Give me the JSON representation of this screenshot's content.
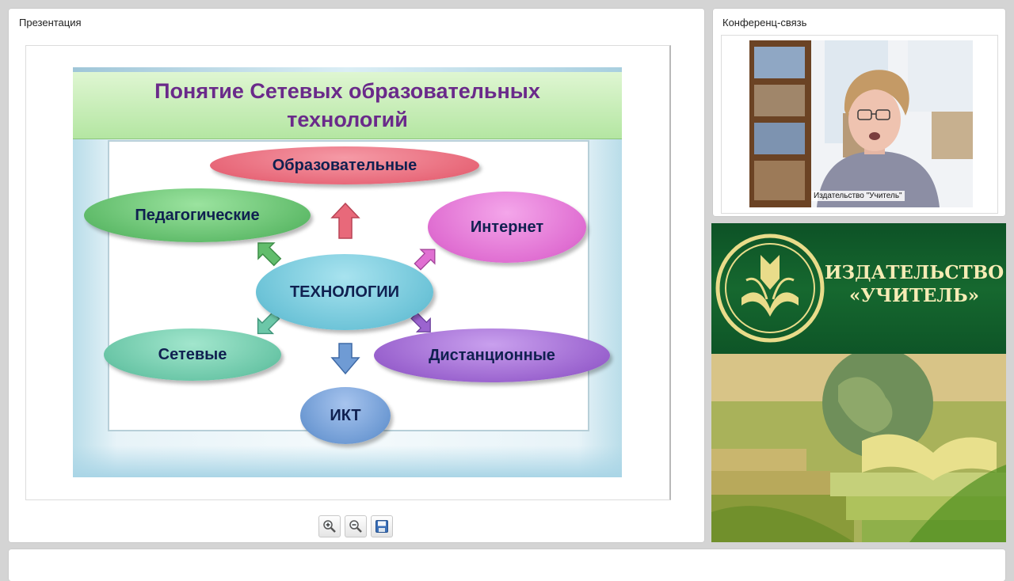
{
  "presentation": {
    "title": "Презентация",
    "slide": {
      "title": "Понятие Сетевых образовательных технологий",
      "center": "ТЕХНОЛОГИИ",
      "nodes": {
        "obrazovatelnye": "Образовательные",
        "pedagogicheskie": "Педагогические",
        "internet": "Интернет",
        "setevye": "Сетевые",
        "distancionnye": "Дистанционные",
        "ikt": "ИКТ"
      }
    },
    "toolbar": {
      "zoom_in": "zoom-in-icon",
      "zoom_out": "zoom-out-icon",
      "save": "save-icon"
    }
  },
  "conference": {
    "title": "Конференц-связь",
    "participant_name": "Издательство \"Учитель\""
  },
  "banner": {
    "line1": "ИЗДАТЕЛЬСТВО",
    "line2": "«УЧИТЕЛЬ»"
  },
  "colors": {
    "slide_title": "#6a2a8a",
    "node_obrazovatelnye": "#e8697a",
    "node_pedagogicheskie": "#62bd6c",
    "node_internet": "#e06fd2",
    "node_setevye": "#6cc7a8",
    "node_distancionnye": "#9b64cf",
    "node_ikt": "#6f9bd4",
    "node_center": "#6ec4d8",
    "banner_green": "#0f5a2a",
    "banner_text": "#f6ecb5"
  }
}
